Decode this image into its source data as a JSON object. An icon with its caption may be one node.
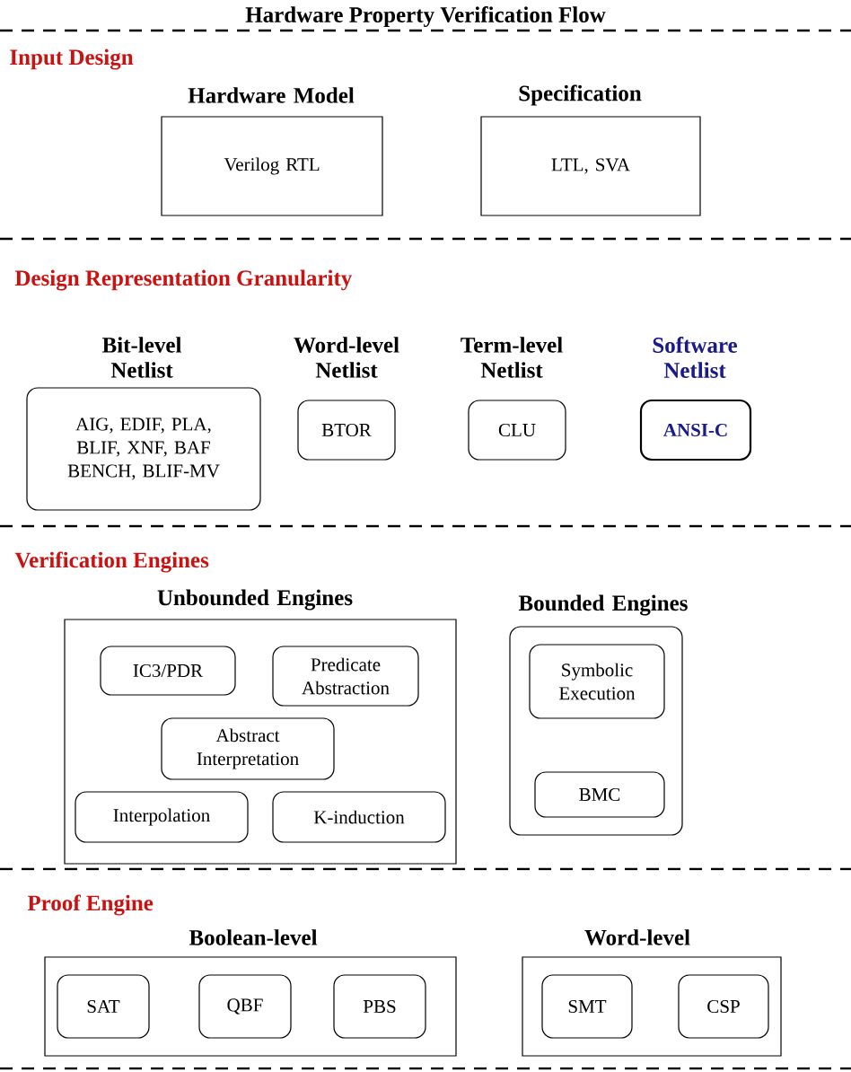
{
  "diagram": {
    "title": "Hardware Property Verification Flow",
    "nodes": [
      {
        "text": [
          "Hardware Model",
          "Verilog RTL"
        ]
      },
      {
        "text": [
          "Specification",
          "LTL, SVA"
        ]
      },
      {
        "text": [
          "Bit-level Netlist",
          "AIG, EDIF, PLA, BLIF, XNF, BAF BENCH, BLIF-MV"
        ]
      },
      {
        "text": [
          "Word-level Netlist",
          "BTOR"
        ]
      },
      {
        "text": [
          "Term-level Netlist",
          "CLU"
        ]
      },
      {
        "text": [
          "Software Netlist",
          "ANSI-C"
        ]
      },
      {
        "text": [
          "Unbounded Engines"
        ]
      },
      {
        "text": [
          "IC3/PDR"
        ],
        "in": 6
      },
      {
        "text": [
          "Predicate Abstraction"
        ],
        "in": 6
      },
      {
        "text": [
          "Abstract Interpretation"
        ],
        "in": 6
      },
      {
        "text": [
          "Interpolation"
        ],
        "in": 6
      },
      {
        "text": [
          "K-induction"
        ],
        "in": 6
      },
      {
        "text": [
          "Bounded Engines"
        ]
      },
      {
        "text": [
          "Symbolic Execution"
        ],
        "in": 12
      },
      {
        "text": [
          "BMC"
        ],
        "in": 12
      },
      {
        "text": [
          "Boolean-level"
        ]
      },
      {
        "text": [
          "SAT"
        ],
        "in": 15
      },
      {
        "text": [
          "QBF"
        ],
        "in": 15
      },
      {
        "text": [
          "PBS"
        ],
        "in": 15
      },
      {
        "text": [
          "Word-level"
        ]
      },
      {
        "text": [
          "SMT"
        ],
        "in": 19
      },
      {
        "text": [
          "CSP"
        ],
        "in": 19
      }
    ],
    "labels": [
      "Input Design",
      "Design Representation Granularity",
      "Verification Engines",
      "Proof Engine"
    ]
  }
}
